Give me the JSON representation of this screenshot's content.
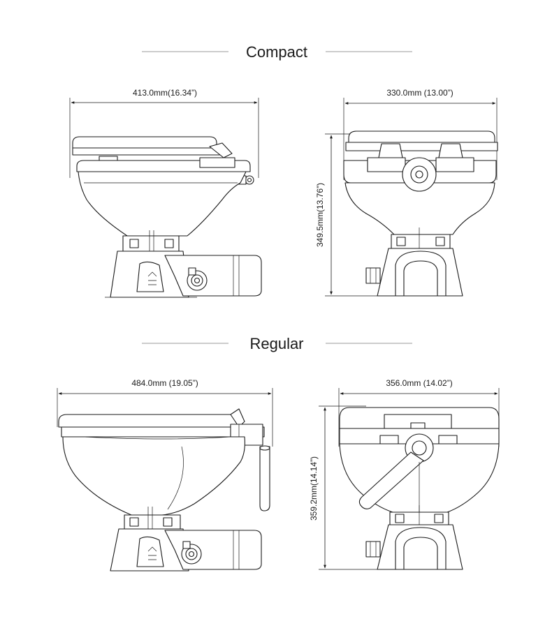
{
  "sections": {
    "compact": {
      "title": "Compact",
      "side_width_label": "413.0mm(16.34”)",
      "front_width_label": "330.0mm  (13.00”)",
      "height_label": "349.5mm(13.76”)"
    },
    "regular": {
      "title": "Regular",
      "side_width_label": "484.0mm  (19.05”)",
      "front_width_label": "356.0mm  (14.02”)",
      "height_label": "359.2mm(14.14”)"
    }
  },
  "colors": {
    "line": "#1a1a1a",
    "rule": "#9a9a9a",
    "background": "#ffffff"
  }
}
